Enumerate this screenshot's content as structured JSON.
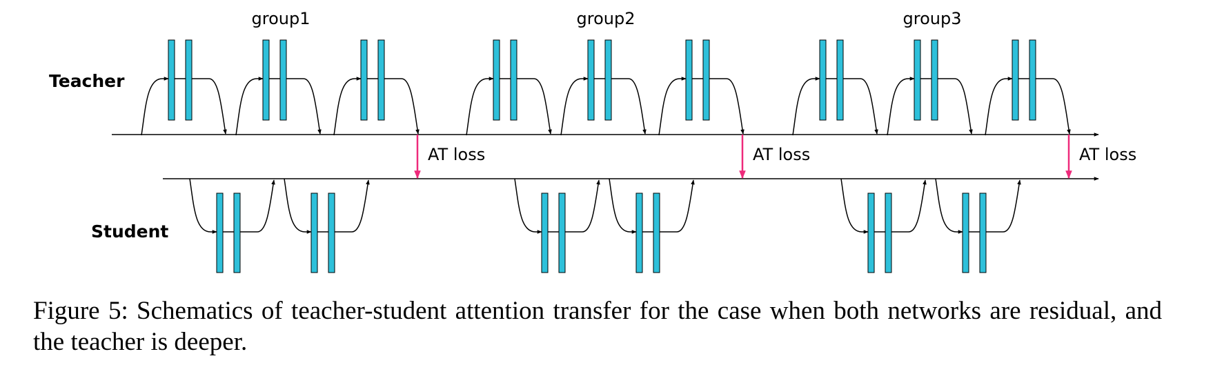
{
  "diagram": {
    "groups": [
      {
        "label": "group1",
        "teacher_blocks": 3,
        "student_blocks": 2
      },
      {
        "label": "group2",
        "teacher_blocks": 3,
        "student_blocks": 2
      },
      {
        "label": "group3",
        "teacher_blocks": 3,
        "student_blocks": 2
      }
    ],
    "teacher_label": "Teacher",
    "student_label": "Student",
    "loss_label": "AT loss"
  },
  "colors": {
    "block_fill": "#2ec0da",
    "stroke": "#000000",
    "loss_arrow": "#ee2a7b"
  },
  "caption": "Figure 5:  Schematics of teacher-student attention transfer for the case when both networks are residual, and the teacher is deeper."
}
